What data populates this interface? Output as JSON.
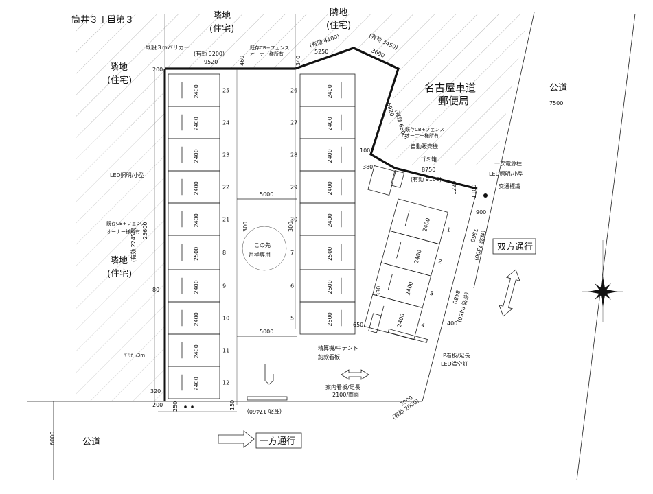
{
  "address": "筒井３丁目第３",
  "labels": {
    "neighbor_top_left": [
      "隣地",
      "(住宅)"
    ],
    "neighbor_top_mid": [
      "隣地",
      "(住宅)"
    ],
    "neighbor_left_upper": [
      "隣地",
      "(住宅)"
    ],
    "neighbor_left_lower": [
      "隣地",
      "(住宅)"
    ],
    "post_office": [
      "名古屋車道",
      "郵便局"
    ],
    "public_road_right": "公道",
    "public_road_bottom": "公道",
    "two_way": "双方通行",
    "one_way": "一方通行",
    "monthly_only": [
      "この先",
      "月極専用"
    ]
  },
  "annotations": {
    "barricade_existing": "既設３mバリカー",
    "cb_fence_top": [
      "既存CB+フェンス",
      "オーナー様所有"
    ],
    "cb_fence_right": [
      "既存CB+フェンス",
      "オーナー様所有"
    ],
    "cb_fence_left": [
      "既存CB+フェンス",
      "オーナー様所有"
    ],
    "led_left": "LED照明/小型",
    "vending": "自動販売機",
    "trash": "ゴミ箱",
    "pole": "一次電源柱",
    "led_right": "LED照明/小型",
    "traffic_sign": "交通標識",
    "barricade_left": "ﾊﾞﾘｶｰ/3m",
    "pay_machine": [
      "精算機/中テント",
      "約款看板"
    ],
    "p_sign": [
      "P看板/足長",
      "LED満空灯"
    ],
    "guide_sign": [
      "案内看板/足長",
      "2100/両面"
    ]
  },
  "dimensions": {
    "top_effective_9200": "(有効 9200)",
    "top_9520": "9520",
    "top_460": "460",
    "top_340": "340",
    "top_effective_4100": "(有効 4100)",
    "top_5250": "5250",
    "top_effective_3450": "(有効 3450)",
    "top_3690": "3690",
    "top_200": "200",
    "right_7500": "7500",
    "diag_effective_6600": "(有効 6600)",
    "diag_6920": "6920",
    "v_100": "100",
    "v_380": "380",
    "h_8750": "8750",
    "h_effective_9100": "(有効 9100)",
    "v_1220": "1220",
    "v_1100": "1100",
    "v_900": "900",
    "aisle_5000_upper": "5000",
    "aisle_5000_lower": "5000",
    "v_300_a": "300",
    "v_300_b": "300",
    "left_effective_22450": "(有効 22450)",
    "left_25600": "25600",
    "left_80": "80",
    "left_320": "320",
    "left_200_bottom": "200",
    "bottom_250": "250",
    "bottom_150": "150",
    "bottom_effective_17460": "(有効 17460)",
    "right_effective_7300": "(有効 7300)",
    "right_7560": "7560",
    "right_effective_8450": "(有効 8450)",
    "right_8480": "8480",
    "v_330": "330",
    "v_650": "650",
    "v_400": "400",
    "bottom_effective_2000": "(有効 2000)",
    "bottom_2000": "2000",
    "road_6000": "6000",
    "stall_2400": "2400",
    "stall_2500": "2500"
  },
  "stalls": {
    "left_col": [
      "25",
      "24",
      "23",
      "22",
      "21",
      "8",
      "9",
      "10",
      "11",
      "12"
    ],
    "left_col_heights": [
      "2400",
      "2400",
      "2400",
      "2400",
      "2400",
      "2500",
      "2400",
      "2400",
      "2400",
      "2400"
    ],
    "mid_col": [
      "26",
      "27",
      "28",
      "29",
      "30",
      "7",
      "6",
      "5"
    ],
    "mid_col_heights": [
      "2400",
      "2400",
      "2400",
      "2400",
      "2400",
      "2500",
      "2500",
      "2500"
    ],
    "right_col": [
      "1",
      "2",
      "3",
      "4"
    ],
    "right_col_heights": [
      "2400",
      "2400",
      "2400",
      "2400"
    ]
  }
}
